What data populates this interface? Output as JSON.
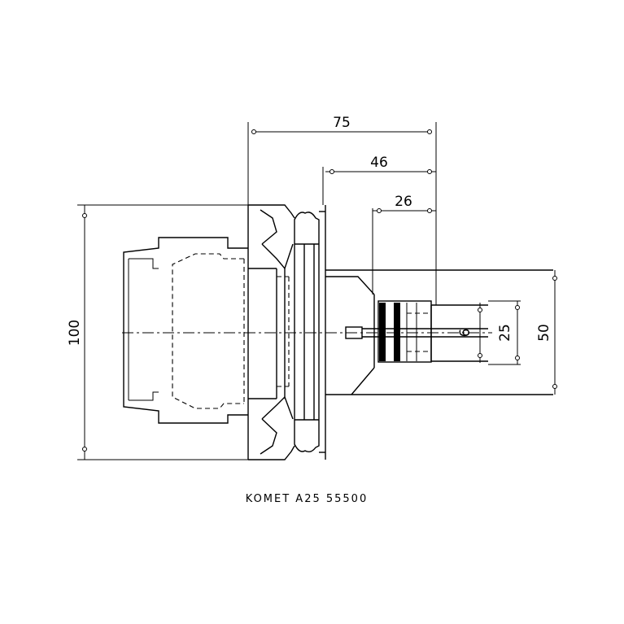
{
  "drawing": {
    "dimensions": {
      "overall_length": "75",
      "collet_length": "46",
      "nose_length": "26",
      "flange_diameter": "100",
      "nose_diameter": "50",
      "clamp_diameter": "25",
      "bore_diameter": "6"
    },
    "caption": "KOMET A25 55500",
    "line_color": "#000000",
    "background_color": "#ffffff"
  }
}
